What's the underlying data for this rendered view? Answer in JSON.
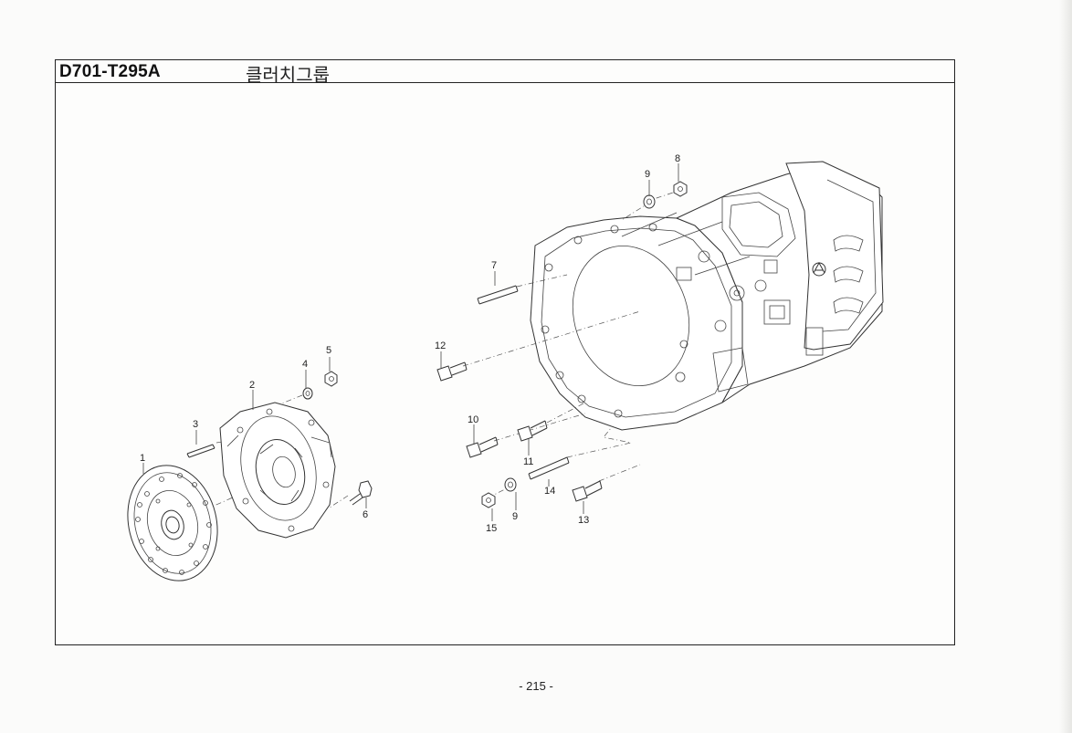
{
  "document": {
    "code": "D701-T295A",
    "title": "클러치그룹",
    "page_number": "- 215 -"
  },
  "callouts": [
    "1",
    "2",
    "3",
    "4",
    "5",
    "6",
    "7",
    "8",
    "9",
    "9",
    "10",
    "11",
    "12",
    "13",
    "14",
    "15"
  ]
}
